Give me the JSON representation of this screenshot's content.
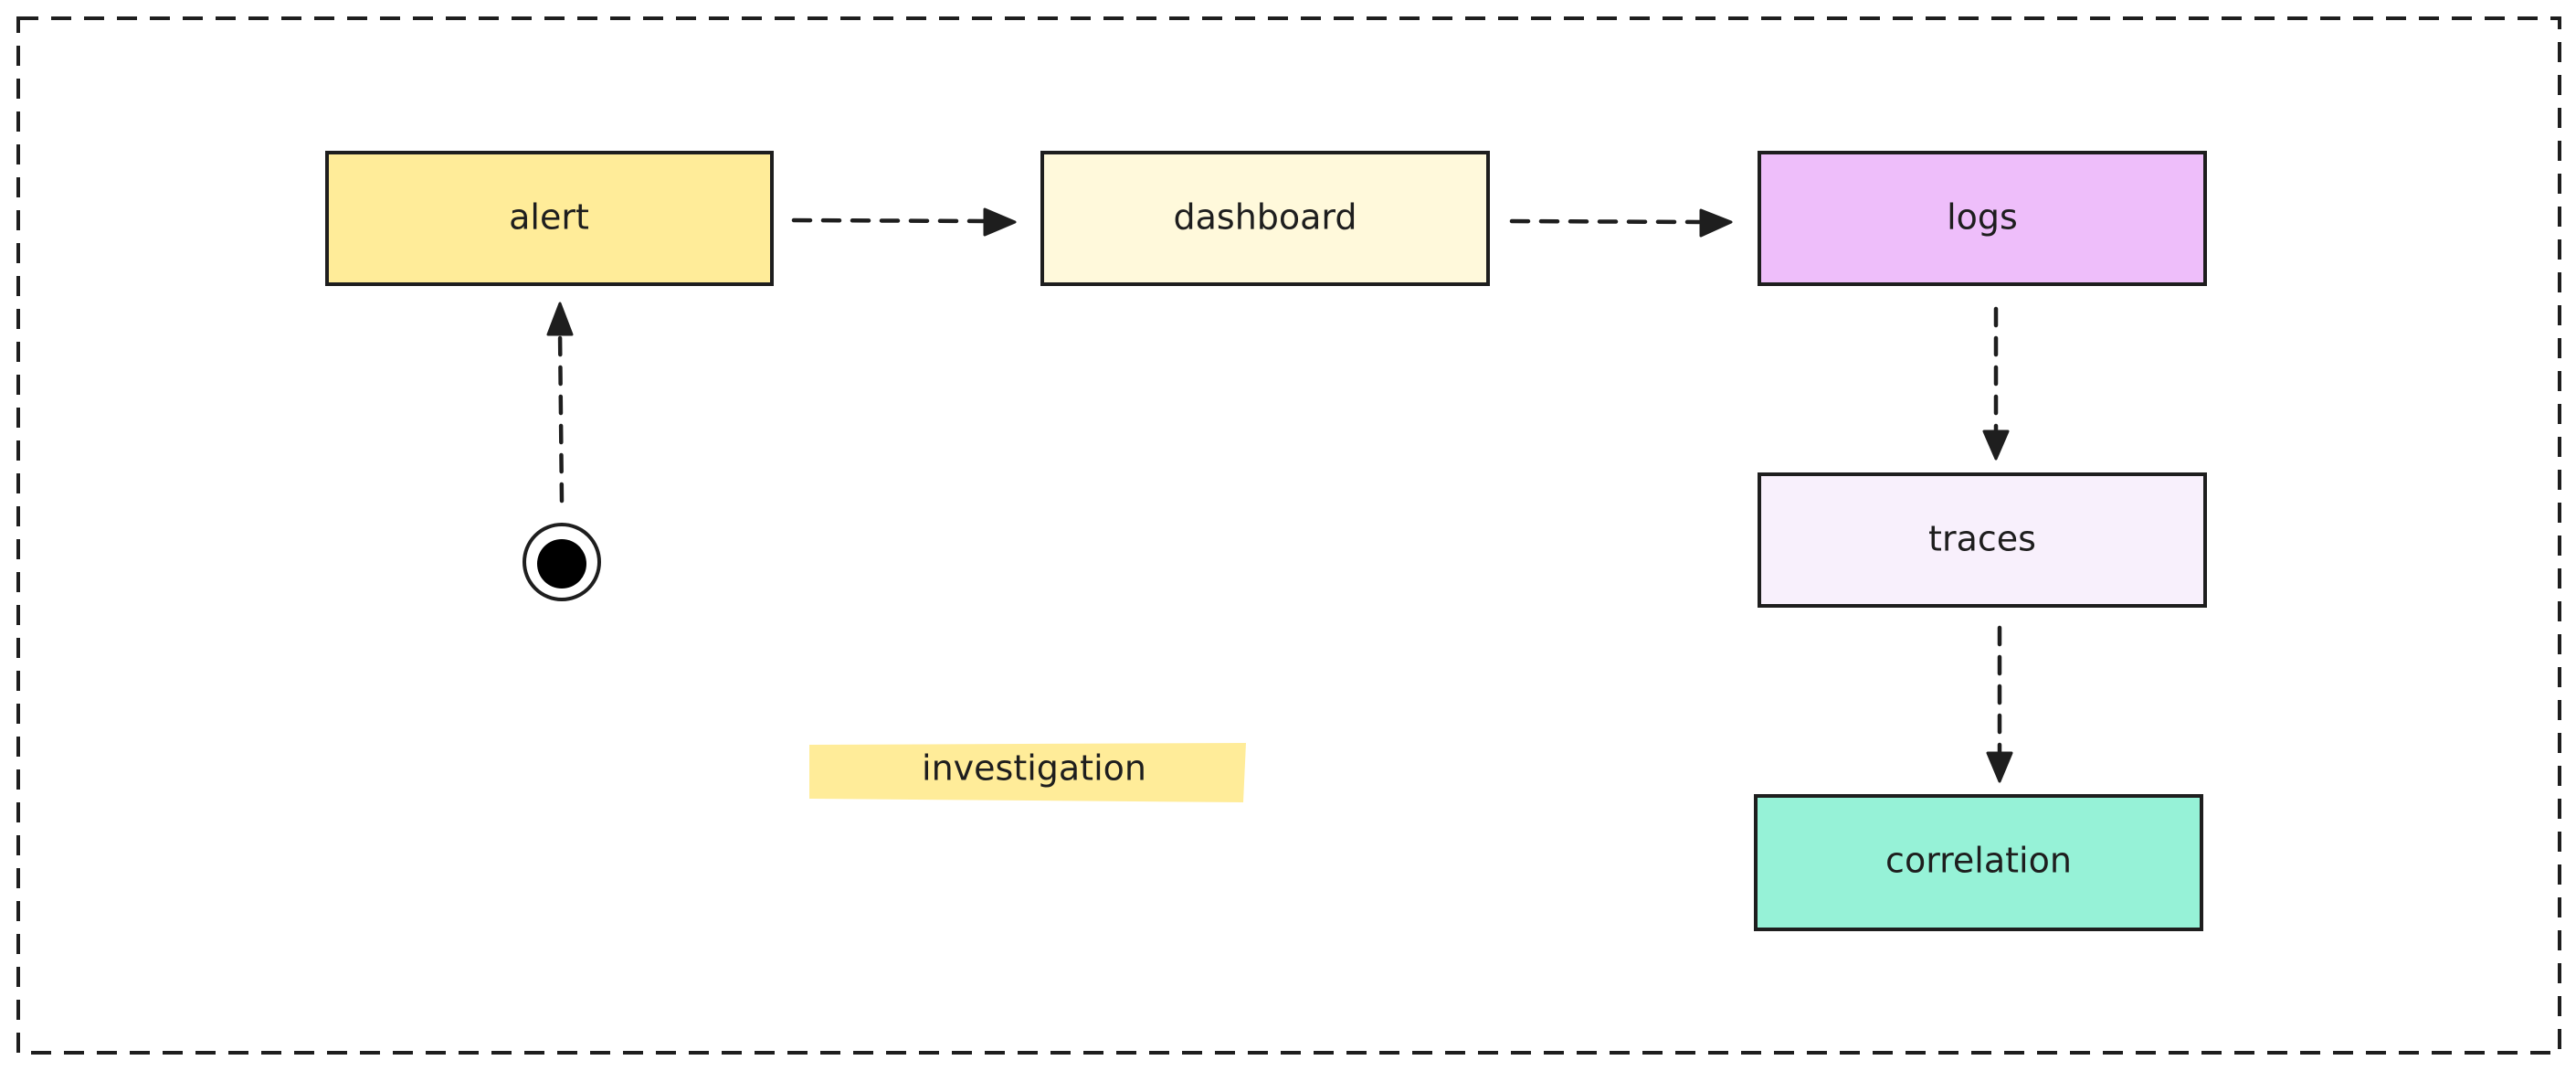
{
  "diagram": {
    "nodes": [
      {
        "id": "alert",
        "label": "alert",
        "fill": "#ffec99"
      },
      {
        "id": "dashboard",
        "label": "dashboard",
        "fill": "#fff9db"
      },
      {
        "id": "logs",
        "label": "logs",
        "fill": "#eebefa"
      },
      {
        "id": "traces",
        "label": "traces",
        "fill": "#f8f0fc"
      },
      {
        "id": "correlation",
        "label": "correlation",
        "fill": "#96f2d7"
      }
    ],
    "note": {
      "label": "investigation",
      "fill": "#ffec99"
    },
    "edges": [
      {
        "from": "start",
        "to": "alert"
      },
      {
        "from": "alert",
        "to": "dashboard"
      },
      {
        "from": "dashboard",
        "to": "logs"
      },
      {
        "from": "logs",
        "to": "traces"
      },
      {
        "from": "traces",
        "to": "correlation"
      }
    ],
    "stroke_color": "#1e1e1e"
  }
}
